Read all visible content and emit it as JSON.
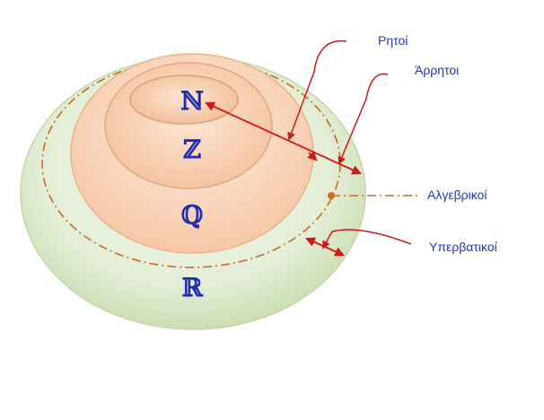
{
  "sets": {
    "naturals": "ℕ",
    "integers": "ℤ",
    "rationals": "ℚ",
    "reals": "ℝ"
  },
  "labels": {
    "rationals": "Ρητοί",
    "irrationals": "Άρρητοι",
    "algebraic": "Αλγεβρικοί",
    "transcendental": "Υπερβατικοί"
  },
  "colors": {
    "letter": "#1f2db0",
    "label": "#1f35c8",
    "arrow": "#d01818",
    "dashdot": "#c86a28",
    "outer_fill": "#dbe9c8",
    "inner_fill": "#f6c8a4"
  }
}
